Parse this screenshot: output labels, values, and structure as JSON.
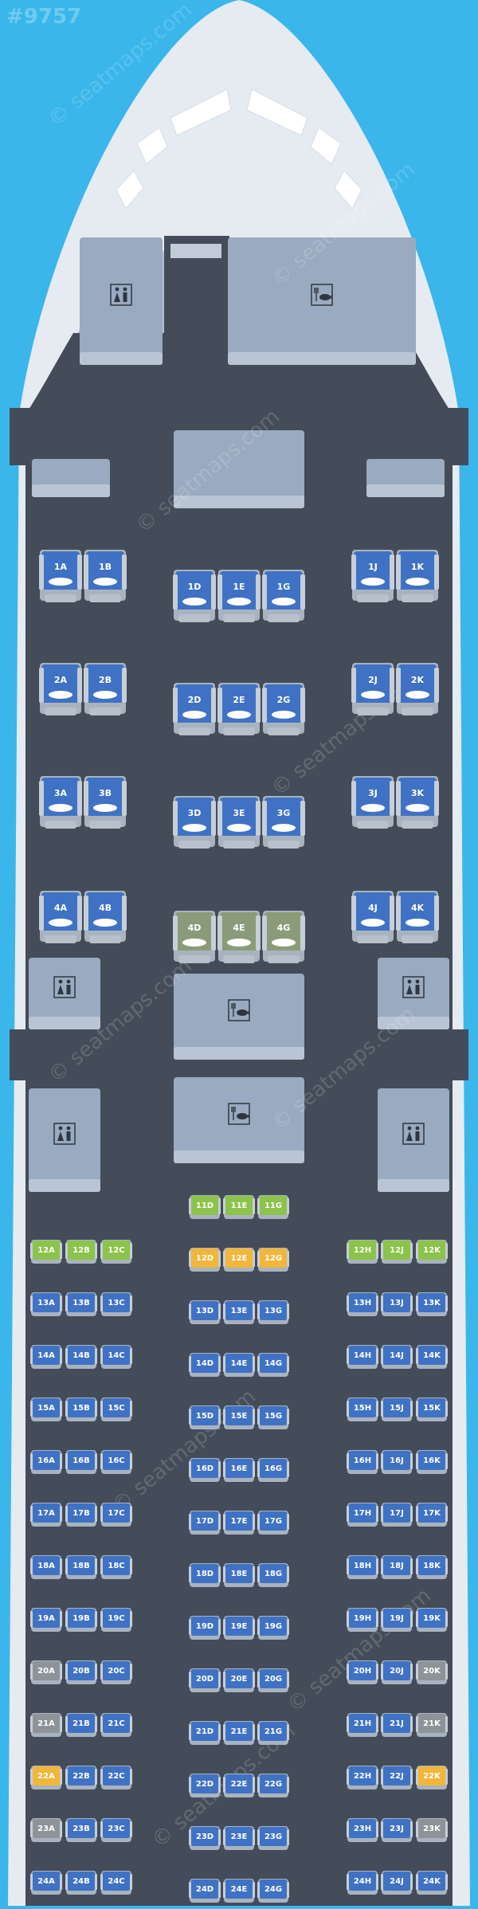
{
  "watermark_id": "#9757",
  "watermark_text": "© seatmaps.com",
  "colors": {
    "background": "#3ab6ea",
    "fuselage": "#e6ebf2",
    "cabin": "#444c59",
    "facility": "#9aaac0",
    "seat_standard": "#3f72c4",
    "seat_extra_legroom": "#8cc34a",
    "seat_preferred": "#f2b63a",
    "seat_limited": "#8d9399",
    "seat_business_premium": "#8b9b79"
  },
  "facilities": [
    {
      "id": "lav-front-left",
      "icon": "lavatory-icon"
    },
    {
      "id": "galley-front-right",
      "icon": "galley-icon"
    },
    {
      "id": "closet-1",
      "icon": ""
    },
    {
      "id": "closet-2",
      "icon": ""
    },
    {
      "id": "closet-3",
      "icon": ""
    },
    {
      "id": "lav-row4-left",
      "icon": "lavatory-icon"
    },
    {
      "id": "galley-row4-center",
      "icon": "galley-icon"
    },
    {
      "id": "lav-row4-right",
      "icon": "lavatory-icon"
    },
    {
      "id": "lav-door2-left",
      "icon": "lavatory-icon"
    },
    {
      "id": "galley-door2-center",
      "icon": "galley-icon"
    },
    {
      "id": "lav-door2-right",
      "icon": "lavatory-icon"
    }
  ],
  "business_rows": [
    {
      "row": "1",
      "seats": [
        {
          "label": "1A",
          "type": "business"
        },
        {
          "label": "1B",
          "type": "business"
        },
        {
          "label": "1D",
          "type": "business"
        },
        {
          "label": "1E",
          "type": "business"
        },
        {
          "label": "1G",
          "type": "business"
        },
        {
          "label": "1J",
          "type": "business"
        },
        {
          "label": "1K",
          "type": "business"
        }
      ]
    },
    {
      "row": "2",
      "seats": [
        {
          "label": "2A",
          "type": "business"
        },
        {
          "label": "2B",
          "type": "business"
        },
        {
          "label": "2D",
          "type": "business"
        },
        {
          "label": "2E",
          "type": "business"
        },
        {
          "label": "2G",
          "type": "business"
        },
        {
          "label": "2J",
          "type": "business"
        },
        {
          "label": "2K",
          "type": "business"
        }
      ]
    },
    {
      "row": "3",
      "seats": [
        {
          "label": "3A",
          "type": "business"
        },
        {
          "label": "3B",
          "type": "business"
        },
        {
          "label": "3D",
          "type": "business"
        },
        {
          "label": "3E",
          "type": "business"
        },
        {
          "label": "3G",
          "type": "business"
        },
        {
          "label": "3J",
          "type": "business"
        },
        {
          "label": "3K",
          "type": "business"
        }
      ]
    },
    {
      "row": "4",
      "seats": [
        {
          "label": "4A",
          "type": "business"
        },
        {
          "label": "4B",
          "type": "business"
        },
        {
          "label": "4D",
          "type": "business_premium"
        },
        {
          "label": "4E",
          "type": "business_premium"
        },
        {
          "label": "4G",
          "type": "business_premium"
        },
        {
          "label": "4J",
          "type": "business"
        },
        {
          "label": "4K",
          "type": "business"
        }
      ]
    }
  ],
  "economy_rows": [
    {
      "row": "11",
      "seats": [
        {
          "label": "11D",
          "type": "extra"
        },
        {
          "label": "11E",
          "type": "extra"
        },
        {
          "label": "11G",
          "type": "extra"
        }
      ]
    },
    {
      "row": "12",
      "seats": [
        {
          "label": "12A",
          "type": "extra"
        },
        {
          "label": "12B",
          "type": "extra"
        },
        {
          "label": "12C",
          "type": "extra"
        },
        {
          "label": "12D",
          "type": "preferred"
        },
        {
          "label": "12E",
          "type": "preferred"
        },
        {
          "label": "12G",
          "type": "preferred"
        },
        {
          "label": "12H",
          "type": "extra"
        },
        {
          "label": "12J",
          "type": "extra"
        },
        {
          "label": "12K",
          "type": "extra"
        }
      ]
    },
    {
      "row": "13",
      "seats": [
        {
          "label": "13A",
          "type": "standard"
        },
        {
          "label": "13B",
          "type": "standard"
        },
        {
          "label": "13C",
          "type": "standard"
        },
        {
          "label": "13D",
          "type": "standard"
        },
        {
          "label": "13E",
          "type": "standard"
        },
        {
          "label": "13G",
          "type": "standard"
        },
        {
          "label": "13H",
          "type": "standard"
        },
        {
          "label": "13J",
          "type": "standard"
        },
        {
          "label": "13K",
          "type": "standard"
        }
      ]
    },
    {
      "row": "14",
      "seats": [
        {
          "label": "14A",
          "type": "standard"
        },
        {
          "label": "14B",
          "type": "standard"
        },
        {
          "label": "14C",
          "type": "standard"
        },
        {
          "label": "14D",
          "type": "standard"
        },
        {
          "label": "14E",
          "type": "standard"
        },
        {
          "label": "14G",
          "type": "standard"
        },
        {
          "label": "14H",
          "type": "standard"
        },
        {
          "label": "14J",
          "type": "standard"
        },
        {
          "label": "14K",
          "type": "standard"
        }
      ]
    },
    {
      "row": "15",
      "seats": [
        {
          "label": "15A",
          "type": "standard"
        },
        {
          "label": "15B",
          "type": "standard"
        },
        {
          "label": "15C",
          "type": "standard"
        },
        {
          "label": "15D",
          "type": "standard"
        },
        {
          "label": "15E",
          "type": "standard"
        },
        {
          "label": "15G",
          "type": "standard"
        },
        {
          "label": "15H",
          "type": "standard"
        },
        {
          "label": "15J",
          "type": "standard"
        },
        {
          "label": "15K",
          "type": "standard"
        }
      ]
    },
    {
      "row": "16",
      "seats": [
        {
          "label": "16A",
          "type": "standard"
        },
        {
          "label": "16B",
          "type": "standard"
        },
        {
          "label": "16C",
          "type": "standard"
        },
        {
          "label": "16D",
          "type": "standard"
        },
        {
          "label": "16E",
          "type": "standard"
        },
        {
          "label": "16G",
          "type": "standard"
        },
        {
          "label": "16H",
          "type": "standard"
        },
        {
          "label": "16J",
          "type": "standard"
        },
        {
          "label": "16K",
          "type": "standard"
        }
      ]
    },
    {
      "row": "17",
      "seats": [
        {
          "label": "17A",
          "type": "standard"
        },
        {
          "label": "17B",
          "type": "standard"
        },
        {
          "label": "17C",
          "type": "standard"
        },
        {
          "label": "17D",
          "type": "standard"
        },
        {
          "label": "17E",
          "type": "standard"
        },
        {
          "label": "17G",
          "type": "standard"
        },
        {
          "label": "17H",
          "type": "standard"
        },
        {
          "label": "17J",
          "type": "standard"
        },
        {
          "label": "17K",
          "type": "standard"
        }
      ]
    },
    {
      "row": "18",
      "seats": [
        {
          "label": "18A",
          "type": "standard"
        },
        {
          "label": "18B",
          "type": "standard"
        },
        {
          "label": "18C",
          "type": "standard"
        },
        {
          "label": "18D",
          "type": "standard"
        },
        {
          "label": "18E",
          "type": "standard"
        },
        {
          "label": "18G",
          "type": "standard"
        },
        {
          "label": "18H",
          "type": "standard"
        },
        {
          "label": "18J",
          "type": "standard"
        },
        {
          "label": "18K",
          "type": "standard"
        }
      ]
    },
    {
      "row": "19",
      "seats": [
        {
          "label": "19A",
          "type": "standard"
        },
        {
          "label": "19B",
          "type": "standard"
        },
        {
          "label": "19C",
          "type": "standard"
        },
        {
          "label": "19D",
          "type": "standard"
        },
        {
          "label": "19E",
          "type": "standard"
        },
        {
          "label": "19G",
          "type": "standard"
        },
        {
          "label": "19H",
          "type": "standard"
        },
        {
          "label": "19J",
          "type": "standard"
        },
        {
          "label": "19K",
          "type": "standard"
        }
      ]
    },
    {
      "row": "20",
      "seats": [
        {
          "label": "20A",
          "type": "limited"
        },
        {
          "label": "20B",
          "type": "standard"
        },
        {
          "label": "20C",
          "type": "standard"
        },
        {
          "label": "20D",
          "type": "standard"
        },
        {
          "label": "20E",
          "type": "standard"
        },
        {
          "label": "20G",
          "type": "standard"
        },
        {
          "label": "20H",
          "type": "standard"
        },
        {
          "label": "20J",
          "type": "standard"
        },
        {
          "label": "20K",
          "type": "limited"
        }
      ]
    },
    {
      "row": "21",
      "seats": [
        {
          "label": "21A",
          "type": "limited"
        },
        {
          "label": "21B",
          "type": "standard"
        },
        {
          "label": "21C",
          "type": "standard"
        },
        {
          "label": "21D",
          "type": "standard"
        },
        {
          "label": "21E",
          "type": "standard"
        },
        {
          "label": "21G",
          "type": "standard"
        },
        {
          "label": "21H",
          "type": "standard"
        },
        {
          "label": "21J",
          "type": "standard"
        },
        {
          "label": "21K",
          "type": "limited"
        }
      ]
    },
    {
      "row": "22",
      "seats": [
        {
          "label": "22A",
          "type": "preferred"
        },
        {
          "label": "22B",
          "type": "standard"
        },
        {
          "label": "22C",
          "type": "standard"
        },
        {
          "label": "22D",
          "type": "standard"
        },
        {
          "label": "22E",
          "type": "standard"
        },
        {
          "label": "22G",
          "type": "standard"
        },
        {
          "label": "22H",
          "type": "standard"
        },
        {
          "label": "22J",
          "type": "standard"
        },
        {
          "label": "22K",
          "type": "preferred"
        }
      ]
    },
    {
      "row": "23",
      "seats": [
        {
          "label": "23A",
          "type": "limited"
        },
        {
          "label": "23B",
          "type": "standard"
        },
        {
          "label": "23C",
          "type": "standard"
        },
        {
          "label": "23D",
          "type": "standard"
        },
        {
          "label": "23E",
          "type": "standard"
        },
        {
          "label": "23G",
          "type": "standard"
        },
        {
          "label": "23H",
          "type": "standard"
        },
        {
          "label": "23J",
          "type": "standard"
        },
        {
          "label": "23K",
          "type": "limited"
        }
      ]
    },
    {
      "row": "24",
      "seats": [
        {
          "label": "24A",
          "type": "standard"
        },
        {
          "label": "24B",
          "type": "standard"
        },
        {
          "label": "24C",
          "type": "standard"
        },
        {
          "label": "24D",
          "type": "standard"
        },
        {
          "label": "24E",
          "type": "standard"
        },
        {
          "label": "24G",
          "type": "standard"
        },
        {
          "label": "24H",
          "type": "standard"
        },
        {
          "label": "24J",
          "type": "standard"
        },
        {
          "label": "24K",
          "type": "standard"
        }
      ]
    }
  ]
}
